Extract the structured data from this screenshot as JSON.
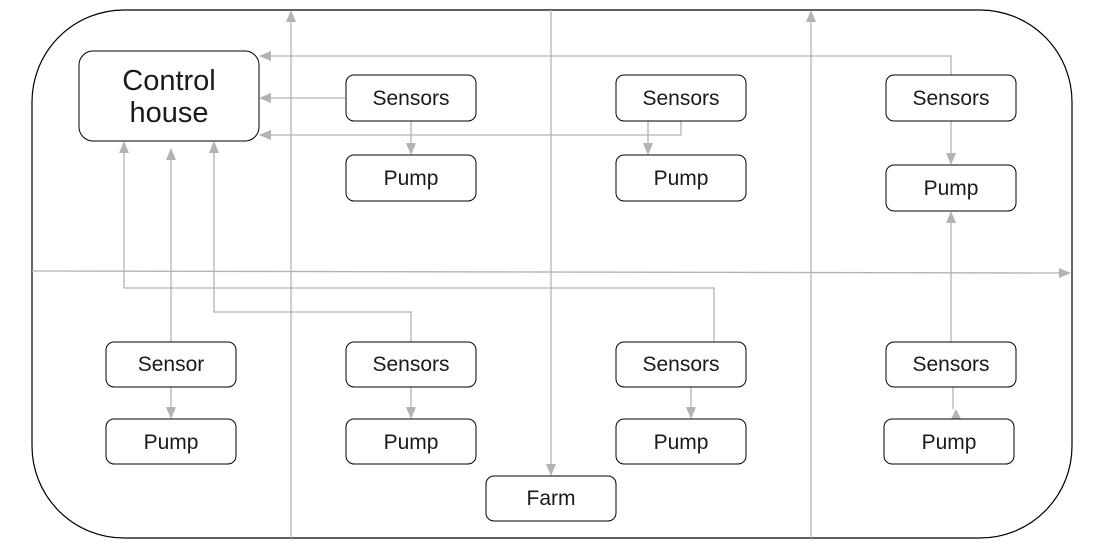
{
  "diagram": {
    "nodes": {
      "control_house": {
        "line1": "Control",
        "line2": "house"
      },
      "sensors_1": "Sensors",
      "pump_1": "Pump",
      "sensors_2": "Sensors",
      "pump_2": "Pump",
      "sensors_3": "Sensors",
      "pump_3": "Pump",
      "sensor_4": "Sensor",
      "pump_4": "Pump",
      "sensors_5": "Sensors",
      "pump_5": "Pump",
      "sensors_6": "Sensors",
      "pump_6": "Pump",
      "sensors_7": "Sensors",
      "pump_7": "Pump",
      "farm": "Farm"
    },
    "colors": {
      "connector": "#b3b3b3",
      "node_stroke": "#000000",
      "text": "#1a1a1a"
    }
  }
}
